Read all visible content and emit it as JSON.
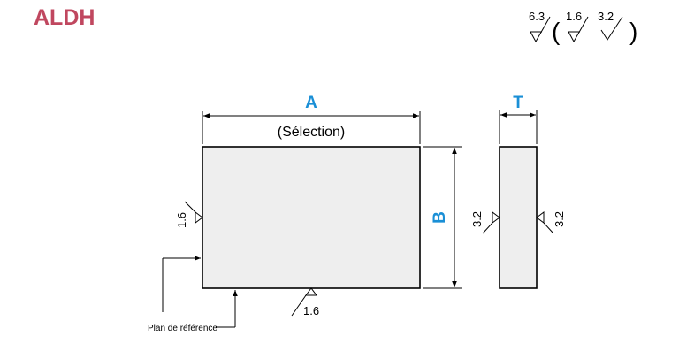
{
  "title": "ALDH",
  "finish": {
    "main": "6.3",
    "sub1": "1.6",
    "sub2": "3.2"
  },
  "front_view": {
    "dim_a": "A",
    "dim_a_note": "(Sélection)",
    "dim_b": "B",
    "roughness_left": "1.6",
    "roughness_bottom": "1.6",
    "reference_label": "Plan de référence"
  },
  "side_view": {
    "dim_t": "T",
    "roughness_left": "3.2",
    "roughness_right": "3.2"
  }
}
